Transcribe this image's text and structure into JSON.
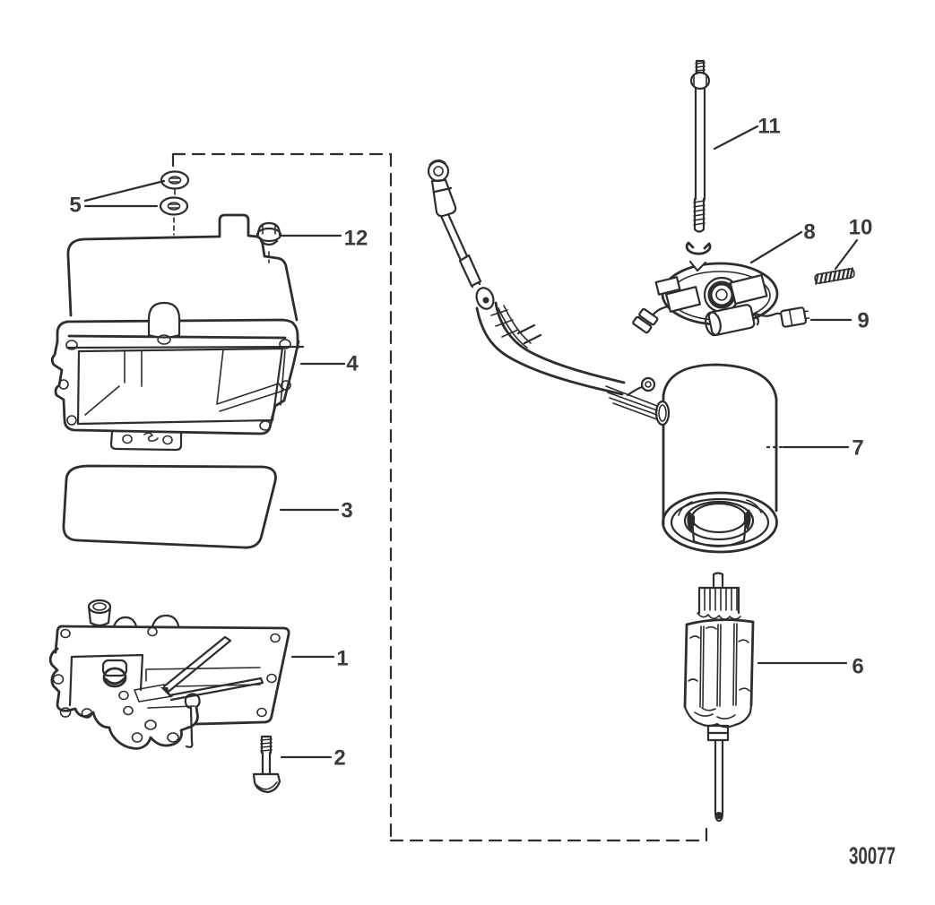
{
  "diagram": {
    "drawing_number": "30077",
    "ink_color": "#2d2d2d",
    "label_color": "#3a3a3a",
    "background_color": "#ffffff",
    "callouts": [
      {
        "number": "1"
      },
      {
        "number": "2"
      },
      {
        "number": "3"
      },
      {
        "number": "4"
      },
      {
        "number": "5"
      },
      {
        "number": "6"
      },
      {
        "number": "7"
      },
      {
        "number": "8"
      },
      {
        "number": "9"
      },
      {
        "number": "10"
      },
      {
        "number": "11"
      },
      {
        "number": "12"
      }
    ]
  }
}
